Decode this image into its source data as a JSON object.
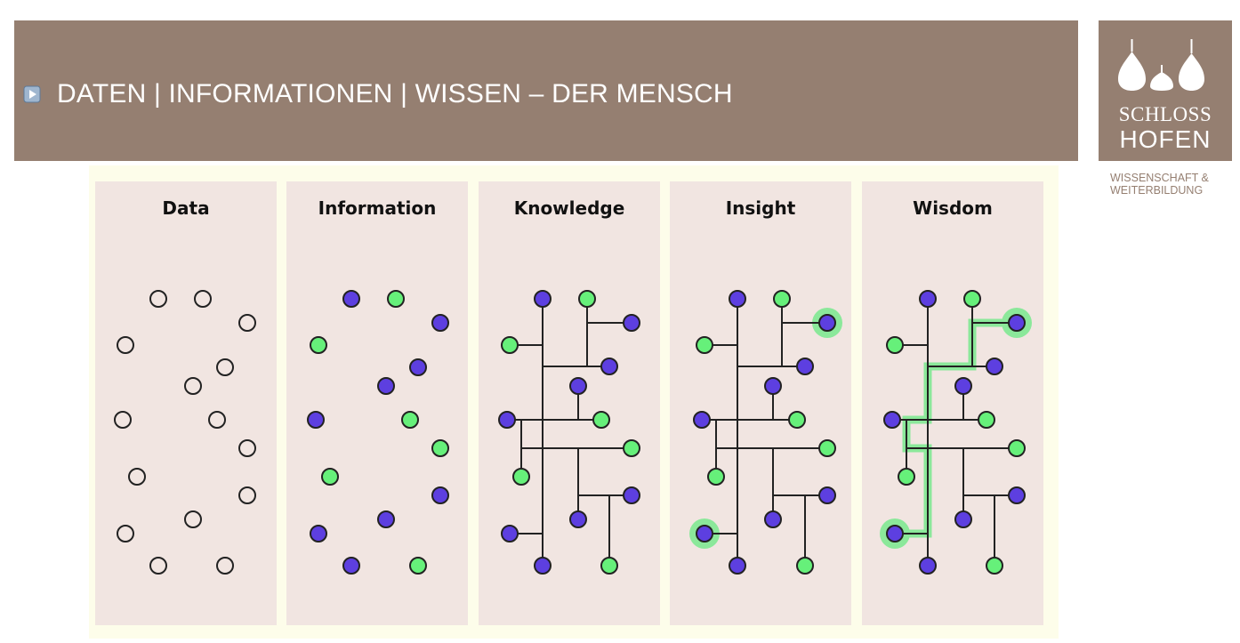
{
  "slide": {
    "title": "DATEN | INFORMATIONEN | WISSEN – DER MENSCH"
  },
  "logo": {
    "line1": "SCHLOSS",
    "line2": "HOFEN",
    "tagline1": "WISSENSCHAFT &",
    "tagline2": "WEITERBILDUNG"
  },
  "colors": {
    "header": "#957f71",
    "panel": "#f1e5e1",
    "diagram_background": "#fdfdea",
    "node_purple": "#5d3fe0",
    "node_green": "#66f07a",
    "highlight": "#8be89a",
    "edge": "#222222"
  },
  "panels": [
    {
      "title": "Data"
    },
    {
      "title": "Information"
    },
    {
      "title": "Knowledge"
    },
    {
      "title": "Insight"
    },
    {
      "title": "Wisdom"
    }
  ]
}
